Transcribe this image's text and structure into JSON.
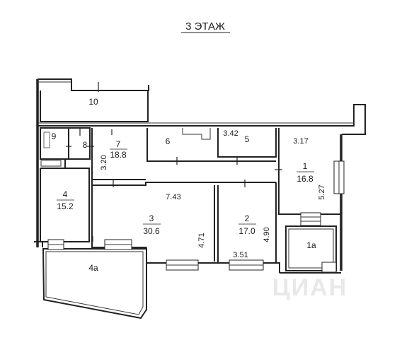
{
  "title": "3 ЭТАЖ",
  "watermark": "ЦИАН",
  "rooms": [
    {
      "id": "10",
      "number": "10",
      "area": ""
    },
    {
      "id": "9",
      "number": "9",
      "area": ""
    },
    {
      "id": "8",
      "number": "8",
      "area": ""
    },
    {
      "id": "7",
      "number": "7",
      "area": "18.8"
    },
    {
      "id": "6",
      "number": "6",
      "area": ""
    },
    {
      "id": "5",
      "number": "5",
      "area": ""
    },
    {
      "id": "4",
      "number": "4",
      "area": "15.2"
    },
    {
      "id": "3",
      "number": "3",
      "area": "30.6"
    },
    {
      "id": "2",
      "number": "2",
      "area": "17.0"
    },
    {
      "id": "1",
      "number": "1",
      "area": "16.8"
    },
    {
      "id": "1a",
      "number": "1а",
      "area": ""
    },
    {
      "id": "4a",
      "number": "4а",
      "area": ""
    }
  ],
  "dimensions": {
    "d342": "3.42",
    "d317": "3.17",
    "d320": "3.20",
    "d743": "7.43",
    "d527": "5.27",
    "d471": "4.71",
    "d490": "4.90",
    "d351": "3.51"
  }
}
